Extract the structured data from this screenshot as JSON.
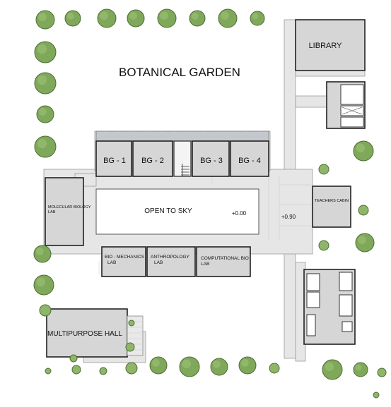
{
  "garden_title": "BOTANICAL GARDEN",
  "rooms": {
    "library": "LIBRARY",
    "bg1": "BG - 1",
    "bg2": "BG - 2",
    "bg3": "BG - 3",
    "bg4": "BG - 4",
    "molecular_biology_lab": [
      "MOLECULAR BIOLOGY",
      "LAB"
    ],
    "open_to_sky": "OPEN TO SKY",
    "teachers_cabin": "TEACHERS CABIN",
    "bio_mechanics_lab": [
      "BIO - MECHANICS",
      "LAB"
    ],
    "anthropology_lab": [
      "ANTHROPOLOGY",
      "LAB"
    ],
    "computational_bio_lab": [
      "COMPUTATIONAL BIO",
      "LAB"
    ],
    "multipurpose_hall": "MULTIPURPOSE HALL"
  },
  "levels": {
    "courtyard": "+0.00",
    "corridor": "+0.90"
  },
  "colors": {
    "tree_fill": "#7fa85a",
    "room_fill": "#d6d6d6",
    "paving": "#e6e6e6"
  }
}
